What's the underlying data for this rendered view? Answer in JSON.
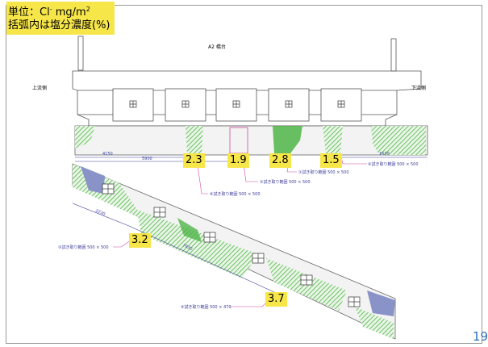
{
  "legend": {
    "unit_prefix": "単位：Cl",
    "unit_superscript": "-",
    "unit_text": " mg/m",
    "unit_exponent": "2",
    "note": "括弧内は塩分濃度(%)"
  },
  "drawing": {
    "abutment_title": "A2 橋台",
    "upstream_label": "上流側",
    "downstream_label": "下流側",
    "dim_4150": "4150",
    "dim_5900": "5900",
    "dim_1630": "1630",
    "dim_2230": "2230",
    "dim_7930": "7930",
    "sample_1": "①試き取り範囲 500 × 500",
    "sample_2": "②試き取り範囲 500 × 500",
    "sample_3": "③試き取り範囲 500 × 500",
    "sample_4": "④試き取り範囲 500 × 500",
    "sample_5": "⑤試き取り範囲 500 × 470",
    "sample_6": "⑥試き取り範囲 500 × 500"
  },
  "values": {
    "v1": "2.3",
    "v2": "1.9",
    "v3": "2.8",
    "v4": "1.5",
    "v5": "3.2",
    "v6": "3.7"
  },
  "page_number": "19",
  "colors": {
    "highlight": "#f7e64a",
    "green_area": "#4fb548",
    "blue_area": "#8a93c8",
    "sample_line": "#d04aa0",
    "dimension": "#3b3b9a"
  }
}
